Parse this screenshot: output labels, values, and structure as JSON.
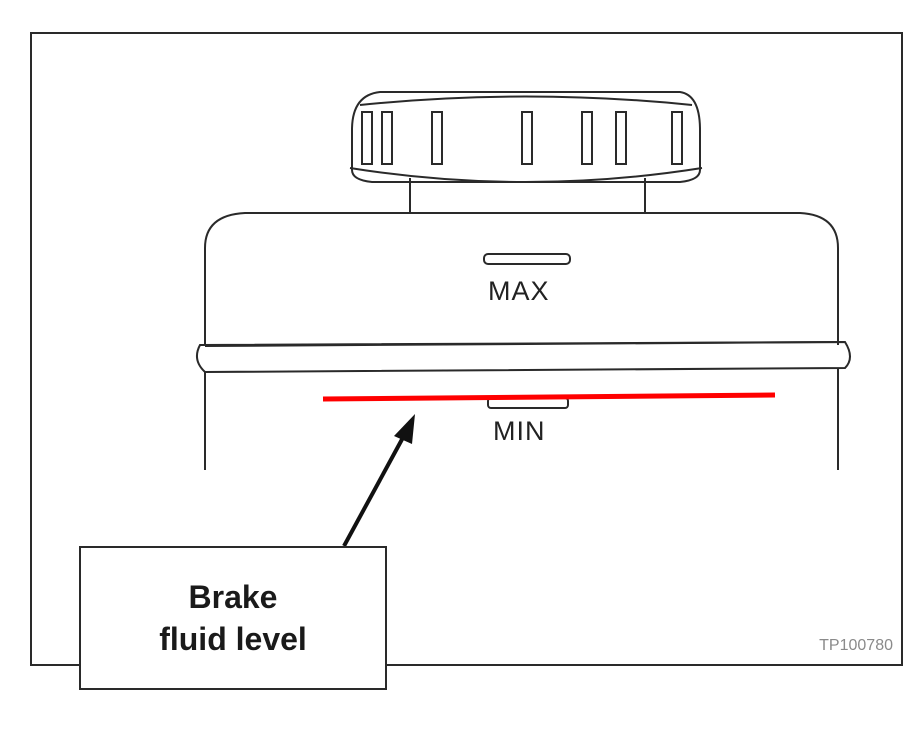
{
  "reservoir": {
    "max_mark": "MAX",
    "min_mark": "MIN"
  },
  "callout": {
    "line1": "Brake",
    "line2": "fluid level"
  },
  "figure_id": "TP100780",
  "colors": {
    "level_line": "#ff0000",
    "outline": "#2a2a2a",
    "background": "#ffffff"
  }
}
